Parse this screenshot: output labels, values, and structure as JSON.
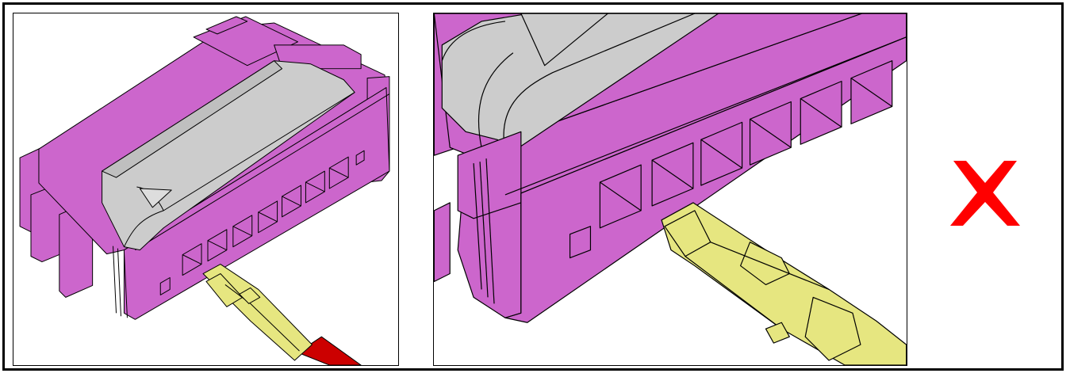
{
  "figure": {
    "panels": [
      {
        "view": "overview",
        "connector_housing_color": "#cc66cc",
        "latch_color": "#cccccc",
        "terminal_color": "#e6e680",
        "wire_color": "#cc0000"
      },
      {
        "view": "detail",
        "connector_housing_color": "#cc66cc",
        "latch_color": "#cccccc",
        "terminal_color": "#e6e680"
      }
    ],
    "verdict": {
      "icon": "cross-mark-icon",
      "meaning": "incorrect",
      "color": "#ff0000"
    },
    "border_color": "#000000",
    "outline_color": "#000000"
  }
}
